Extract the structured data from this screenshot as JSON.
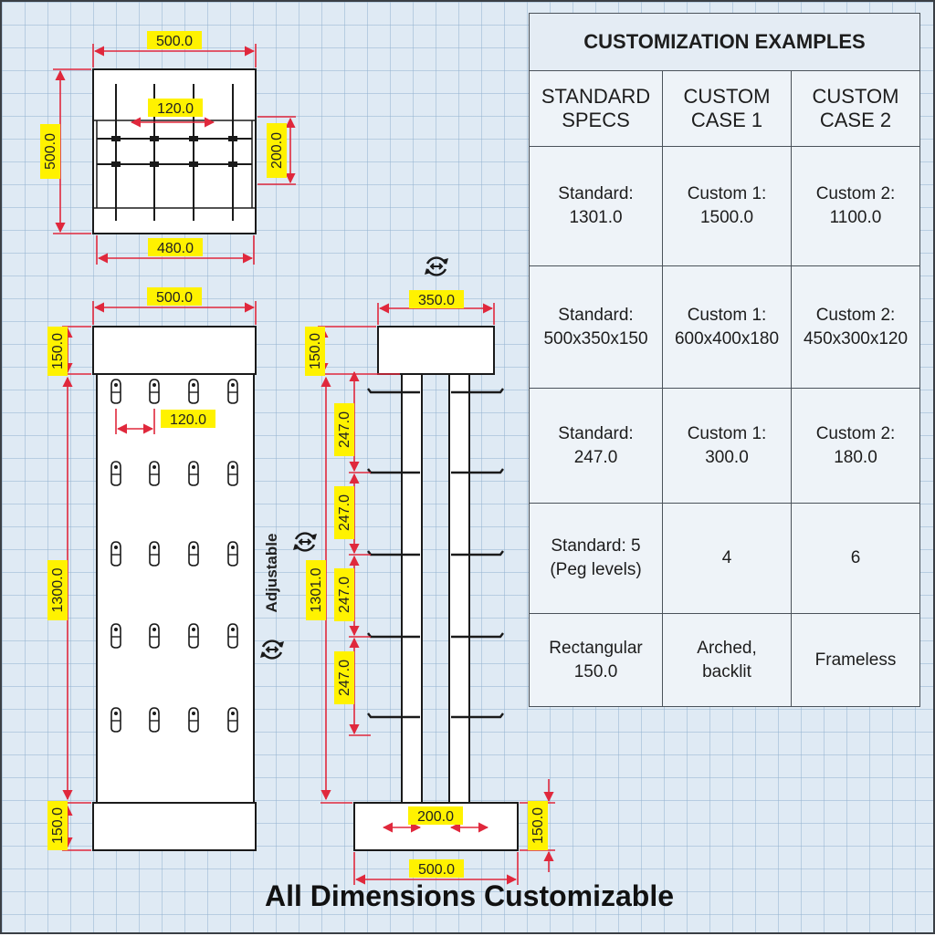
{
  "table": {
    "title": "CUSTOMIZATION EXAMPLES",
    "headers": [
      [
        "STANDARD",
        "SPECS"
      ],
      [
        "CUSTOM",
        "CASE 1"
      ],
      [
        "CUSTOM",
        "CASE 2"
      ]
    ],
    "rows": [
      [
        [
          "Standard:",
          "1301.0"
        ],
        [
          "Custom 1:",
          "1500.0"
        ],
        [
          "Custom 2:",
          "1100.0"
        ]
      ],
      [
        [
          "Standard:",
          "500x350x150"
        ],
        [
          "Custom 1:",
          "600x400x180"
        ],
        [
          "Custom 2:",
          "450x300x120"
        ]
      ],
      [
        [
          "Standard:",
          "247.0"
        ],
        [
          "Custom 1:",
          "300.0"
        ],
        [
          "Custom 2:",
          "180.0"
        ]
      ],
      [
        [
          "Standard: 5",
          "(Peg levels)"
        ],
        [
          "4",
          ""
        ],
        [
          "6",
          ""
        ]
      ],
      [
        [
          "Rectangular",
          "150.0"
        ],
        [
          "Arched,",
          "backlit"
        ],
        [
          "Frameless",
          ""
        ]
      ]
    ]
  },
  "top_view": {
    "width_top": "500.0",
    "height": "500.0",
    "inner_spacing": "120.0",
    "side_depth": "200.0",
    "width_bottom": "480.0"
  },
  "front_view": {
    "width": "500.0",
    "header_height": "150.0",
    "peg_spacing": "120.0",
    "panel_height": "1300.0",
    "base_height": "150.0",
    "adjustable_label": "Adjustable"
  },
  "side_view": {
    "header_depth": "350.0",
    "header_height": "150.0",
    "total_height": "1301.0",
    "level_spacing": [
      "247.0",
      "247.0",
      "247.0",
      "247.0"
    ],
    "base_inner": "200.0",
    "base_height": "150.0",
    "base_width": "500.0"
  },
  "footer": "All Dimensions Customizable",
  "colors": {
    "dimension_line": "#e0283c",
    "label_fill": "#fff200",
    "ink": "#1a1a1a"
  }
}
